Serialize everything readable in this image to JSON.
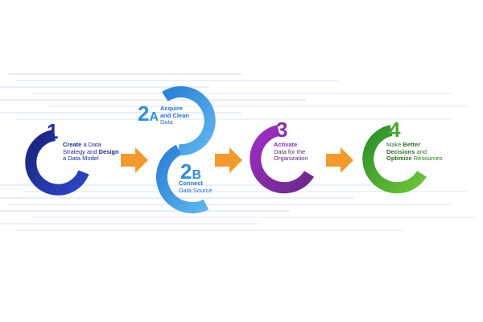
{
  "colors": {
    "step1": "#1f2f9a",
    "step2": "#2f8fd8",
    "step3": "#8a2fa8",
    "step4": "#4aa82e",
    "arrow": "#f39a2e",
    "stripes": "#dce4f5"
  },
  "steps": [
    {
      "number": "1",
      "line1": "Create",
      "line1_rest": " a Data",
      "line2": "Strategy and ",
      "line2_bold": "Design",
      "line3": "a Data Model"
    },
    {
      "number": "2",
      "suffix": "A",
      "line1": "Acquire",
      "line2": "and Clean",
      "line3": "Data"
    },
    {
      "number": "2",
      "suffix": "B",
      "line1": "Connect",
      "line2": "Data Source"
    },
    {
      "number": "3",
      "line1": "Activate",
      "line2": "Data for the",
      "line3": "Organization"
    },
    {
      "number": "4",
      "line1": "Make ",
      "line1_bold": "Better",
      "line2_bold": "Decisions",
      "line2": " and",
      "line3_bold": "Optimize",
      "line3": " Resources"
    }
  ]
}
